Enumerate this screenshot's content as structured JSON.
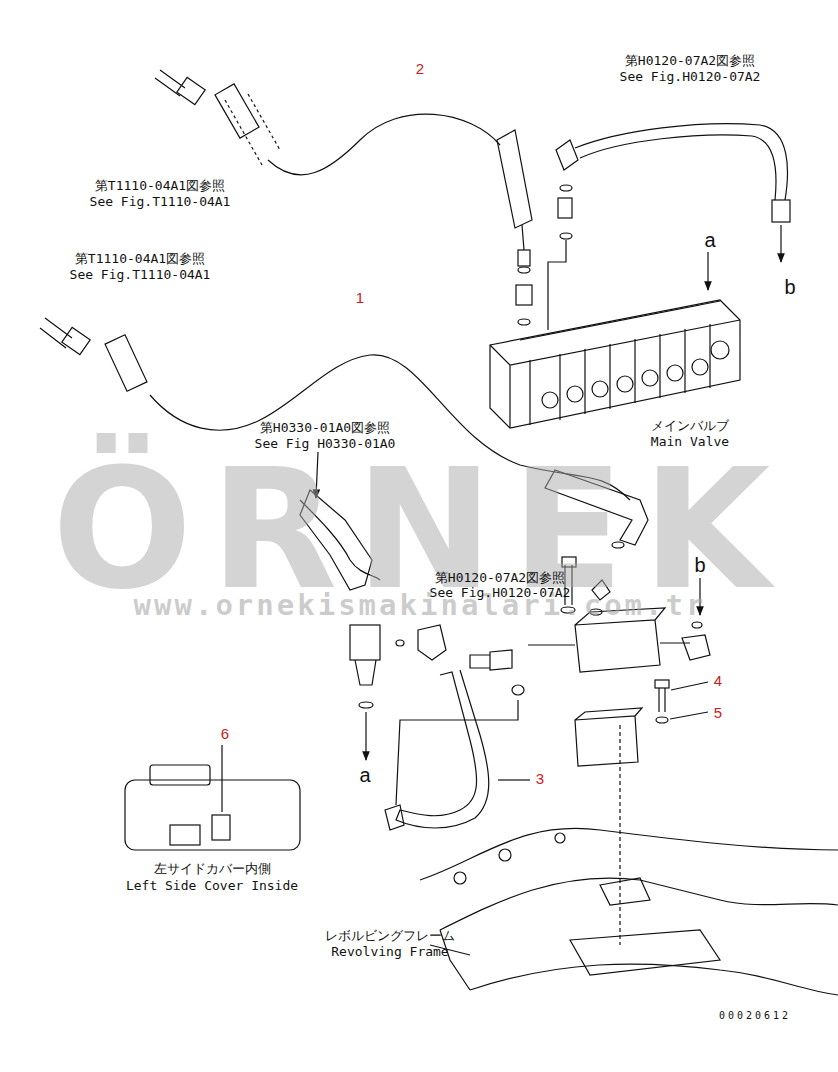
{
  "diagram": {
    "labels": [
      "第H0120-07A2図参照",
      "See Fig.H0120-07A2",
      "2",
      "第T1110-04A1図参照",
      "See Fig.T1110-04A1",
      "a",
      "b",
      "第T1110-04A1図参照",
      "See Fig.T1110-04A1",
      "1",
      "メインバルブ",
      "Main Valve",
      "第H0330-01A0図参照",
      "See Fig H0330-01A0",
      "ÖRNEK",
      "www.ornekismakinalari.com.tr",
      "b",
      "第H0120-07A2図参照",
      "See Fig.H0120-07A2",
      "4",
      "5",
      "6",
      "a",
      "3",
      "左サイドカバー内側",
      "Left Side Cover Inside",
      "レボルビングフレーム",
      "Revolving Frame",
      "00020612"
    ]
  }
}
